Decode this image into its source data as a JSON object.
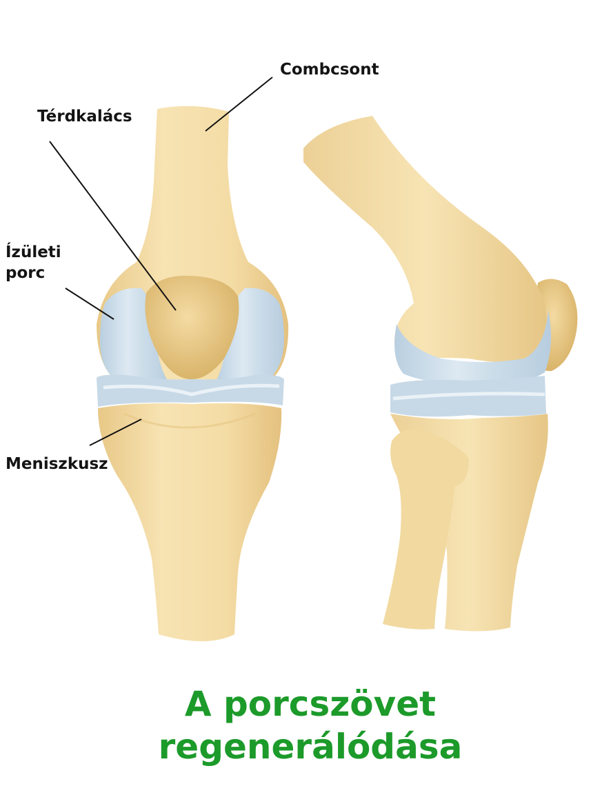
{
  "labels": {
    "femur": "Combcsont",
    "patella": "Térdkalács",
    "cartilage_line1": "Ízületi",
    "cartilage_line2": "porc",
    "meniscus": "Meniszkusz"
  },
  "title": {
    "line1": "A porcszövet",
    "line2": "regenerálódása"
  },
  "colors": {
    "bone": "#f3dca6",
    "bone_shadow": "#e2c07e",
    "cartilage": "#c9dbe8",
    "cartilage_highlight": "#eef4f8",
    "title": "#1c9a2a",
    "leader_line": "#111111"
  }
}
